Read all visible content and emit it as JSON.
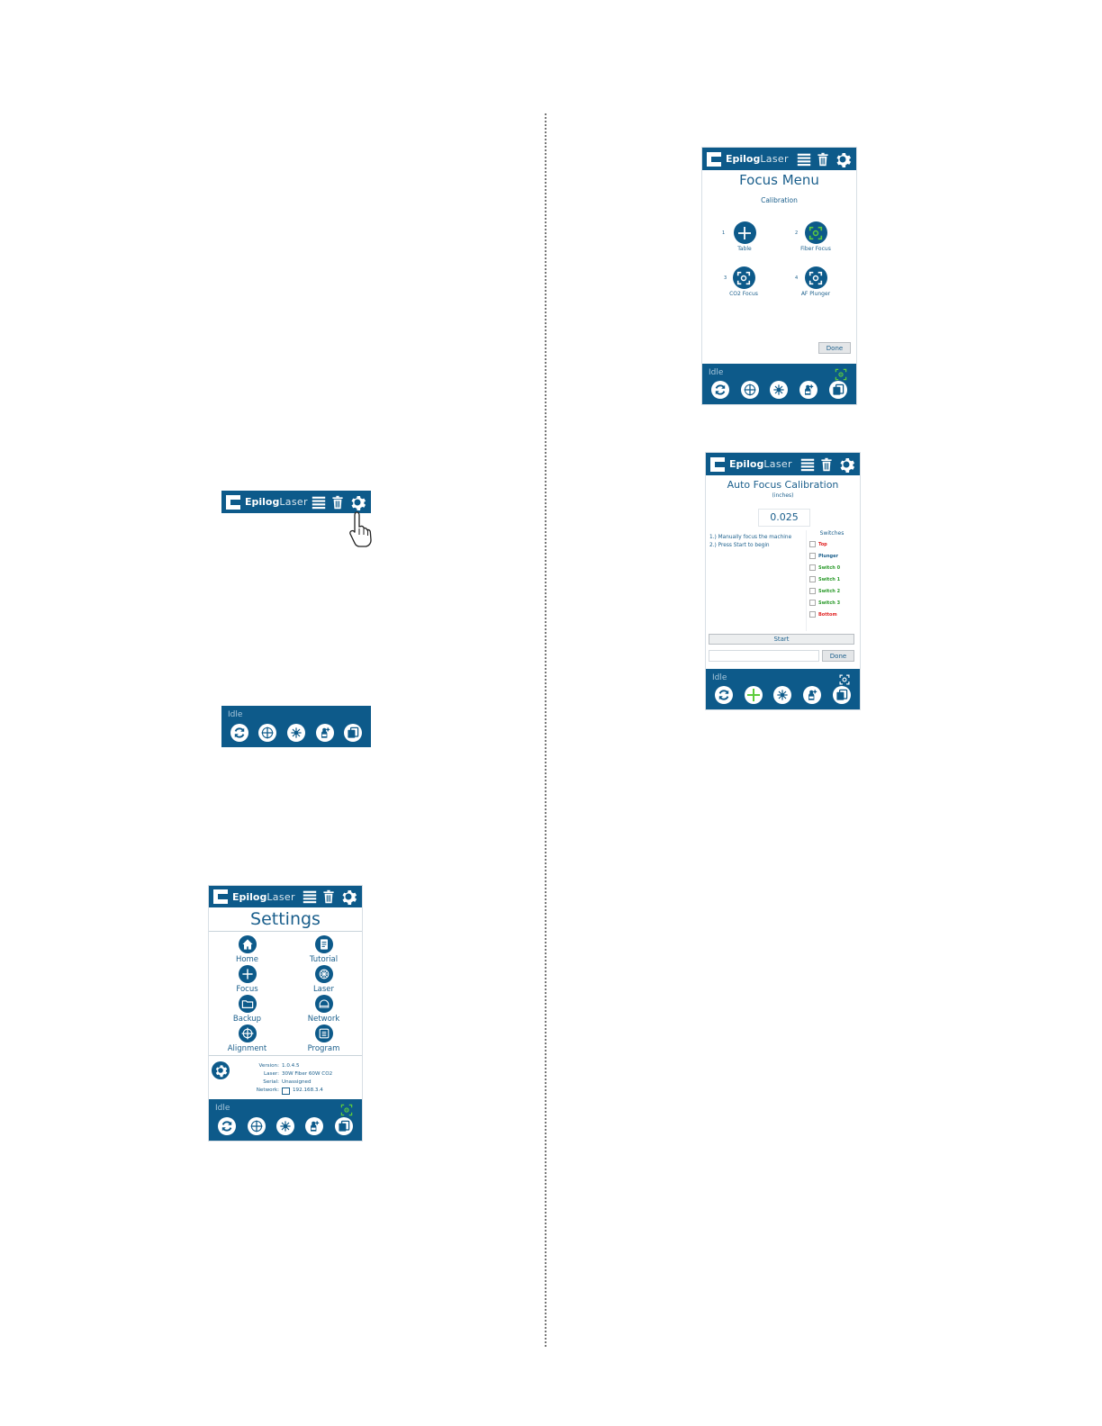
{
  "brand": {
    "bold": "Epilog",
    "light": "Laser"
  },
  "focus_menu": {
    "title": "Focus Menu",
    "subtitle": "Calibration",
    "items": [
      {
        "num": "1",
        "label": "Table"
      },
      {
        "num": "2",
        "label": "Fiber Focus"
      },
      {
        "num": "3",
        "label": "CO2 Focus"
      },
      {
        "num": "4",
        "label": "AF Plunger"
      }
    ],
    "done": "Done"
  },
  "status": {
    "text": "Idle"
  },
  "autofocus": {
    "title": "Auto Focus Calibration",
    "units": "(inches)",
    "value": "0.025",
    "instructions": [
      "1.) Manually focus the machine",
      "2.) Press Start to begin"
    ],
    "switches_label": "Switches",
    "switches": [
      {
        "label": "Top",
        "color": "#e02020"
      },
      {
        "label": "Plunger",
        "color": "#1b5f8c"
      },
      {
        "label": "Switch 0",
        "color": "#2a9a2a"
      },
      {
        "label": "Switch 1",
        "color": "#2a9a2a"
      },
      {
        "label": "Switch 2",
        "color": "#2a9a2a"
      },
      {
        "label": "Switch 3",
        "color": "#2a9a2a"
      },
      {
        "label": "Bottom",
        "color": "#e02020"
      }
    ],
    "start": "Start",
    "done": "Done"
  },
  "settings": {
    "title": "Settings",
    "items": [
      {
        "label": "Home",
        "icon": "home-icon"
      },
      {
        "label": "Tutorial",
        "icon": "tutorial-icon"
      },
      {
        "label": "Focus",
        "icon": "focus-icon"
      },
      {
        "label": "Laser",
        "icon": "laser-icon"
      },
      {
        "label": "Backup",
        "icon": "folder-icon"
      },
      {
        "label": "Network",
        "icon": "network-icon"
      },
      {
        "label": "Alignment",
        "icon": "alignment-icon"
      },
      {
        "label": "Program",
        "icon": "program-icon"
      }
    ],
    "info": {
      "version_label": "Version:",
      "version": "1.0.4.5",
      "laser_label": "Laser:",
      "laser": "30W Fiber 60W CO2",
      "serial_label": "Serial:",
      "serial": "Unassigned",
      "network_label": "Network:",
      "network": "192.168.3.4"
    }
  },
  "colors": {
    "primary": "#0d5a8a",
    "green": "#5dcc3c",
    "red": "#e02020"
  }
}
